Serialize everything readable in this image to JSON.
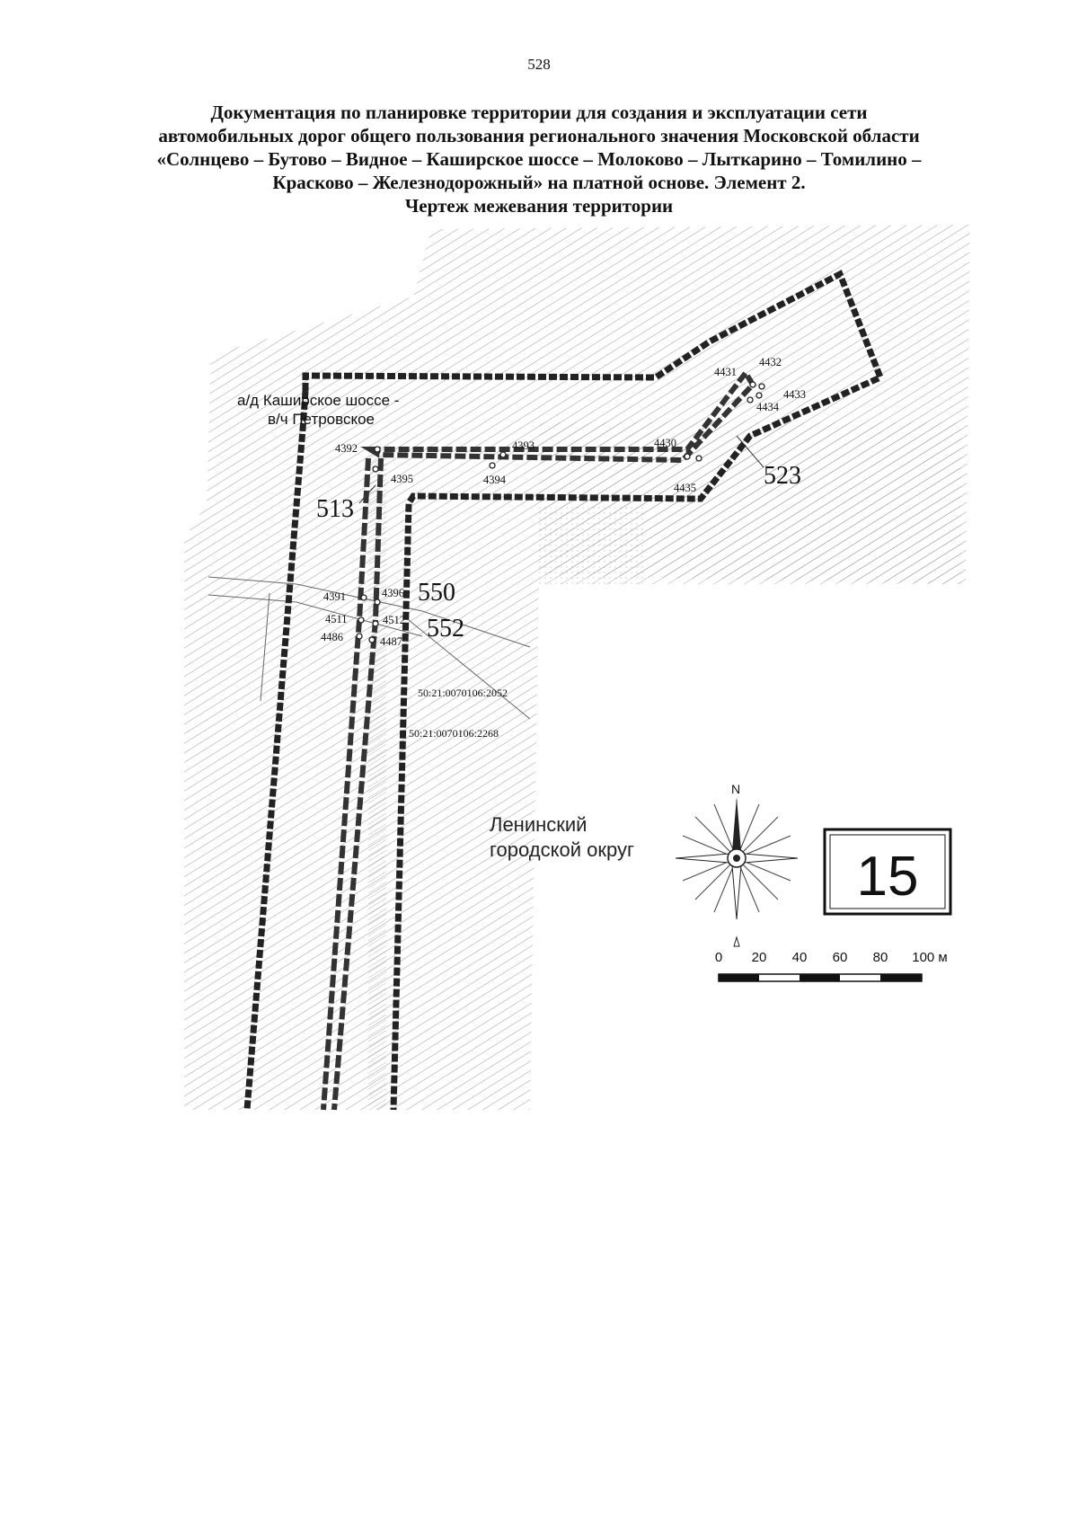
{
  "page_number": "528",
  "title_lines": [
    "Документация по планировке территории для создания и эксплуатации сети",
    "автомобильных дорог общего пользования регионального значения Московской области",
    "«Солнцево – Бутово – Видное – Каширское шоссе – Молоково – Лыткарино – Томилино –",
    "Красково – Железнодорожный» на платной основе. Элемент 2.",
    "Чертеж межевания территории"
  ],
  "map": {
    "road_label_line1": "а/д Каширское шоссе -",
    "road_label_line2": "в/ч Петровское",
    "district_label_line1": "Ленинский",
    "district_label_line2": "городской округ",
    "parcel_numbers": {
      "p513": "513",
      "p550": "550",
      "p552": "552",
      "p523": "523"
    },
    "point_labels": {
      "pt4392": "4392",
      "pt4393": "4393",
      "pt4394": "4394",
      "pt4395": "4395",
      "pt4430": "4430",
      "pt4431": "4431",
      "pt4432": "4432",
      "pt4433": "4433",
      "pt4434": "4434",
      "pt4435": "4435",
      "pt4391": "4391",
      "pt4396": "4396",
      "pt4511": "4511",
      "pt4512": "4512",
      "pt4486": "4486",
      "pt4487": "4487"
    },
    "cadastral_1": "50:21:0070106:2052",
    "cadastral_2": "50:21:0070106:2268"
  },
  "compass": {
    "north_label": "N"
  },
  "sheet_number": "15",
  "scale_bar": {
    "ticks": [
      "0",
      "20",
      "40",
      "60",
      "80",
      "100 м"
    ],
    "unit": "м"
  },
  "colors": {
    "boundary": "#222222",
    "hatch": "#8a8a8a",
    "text": "#111111"
  }
}
